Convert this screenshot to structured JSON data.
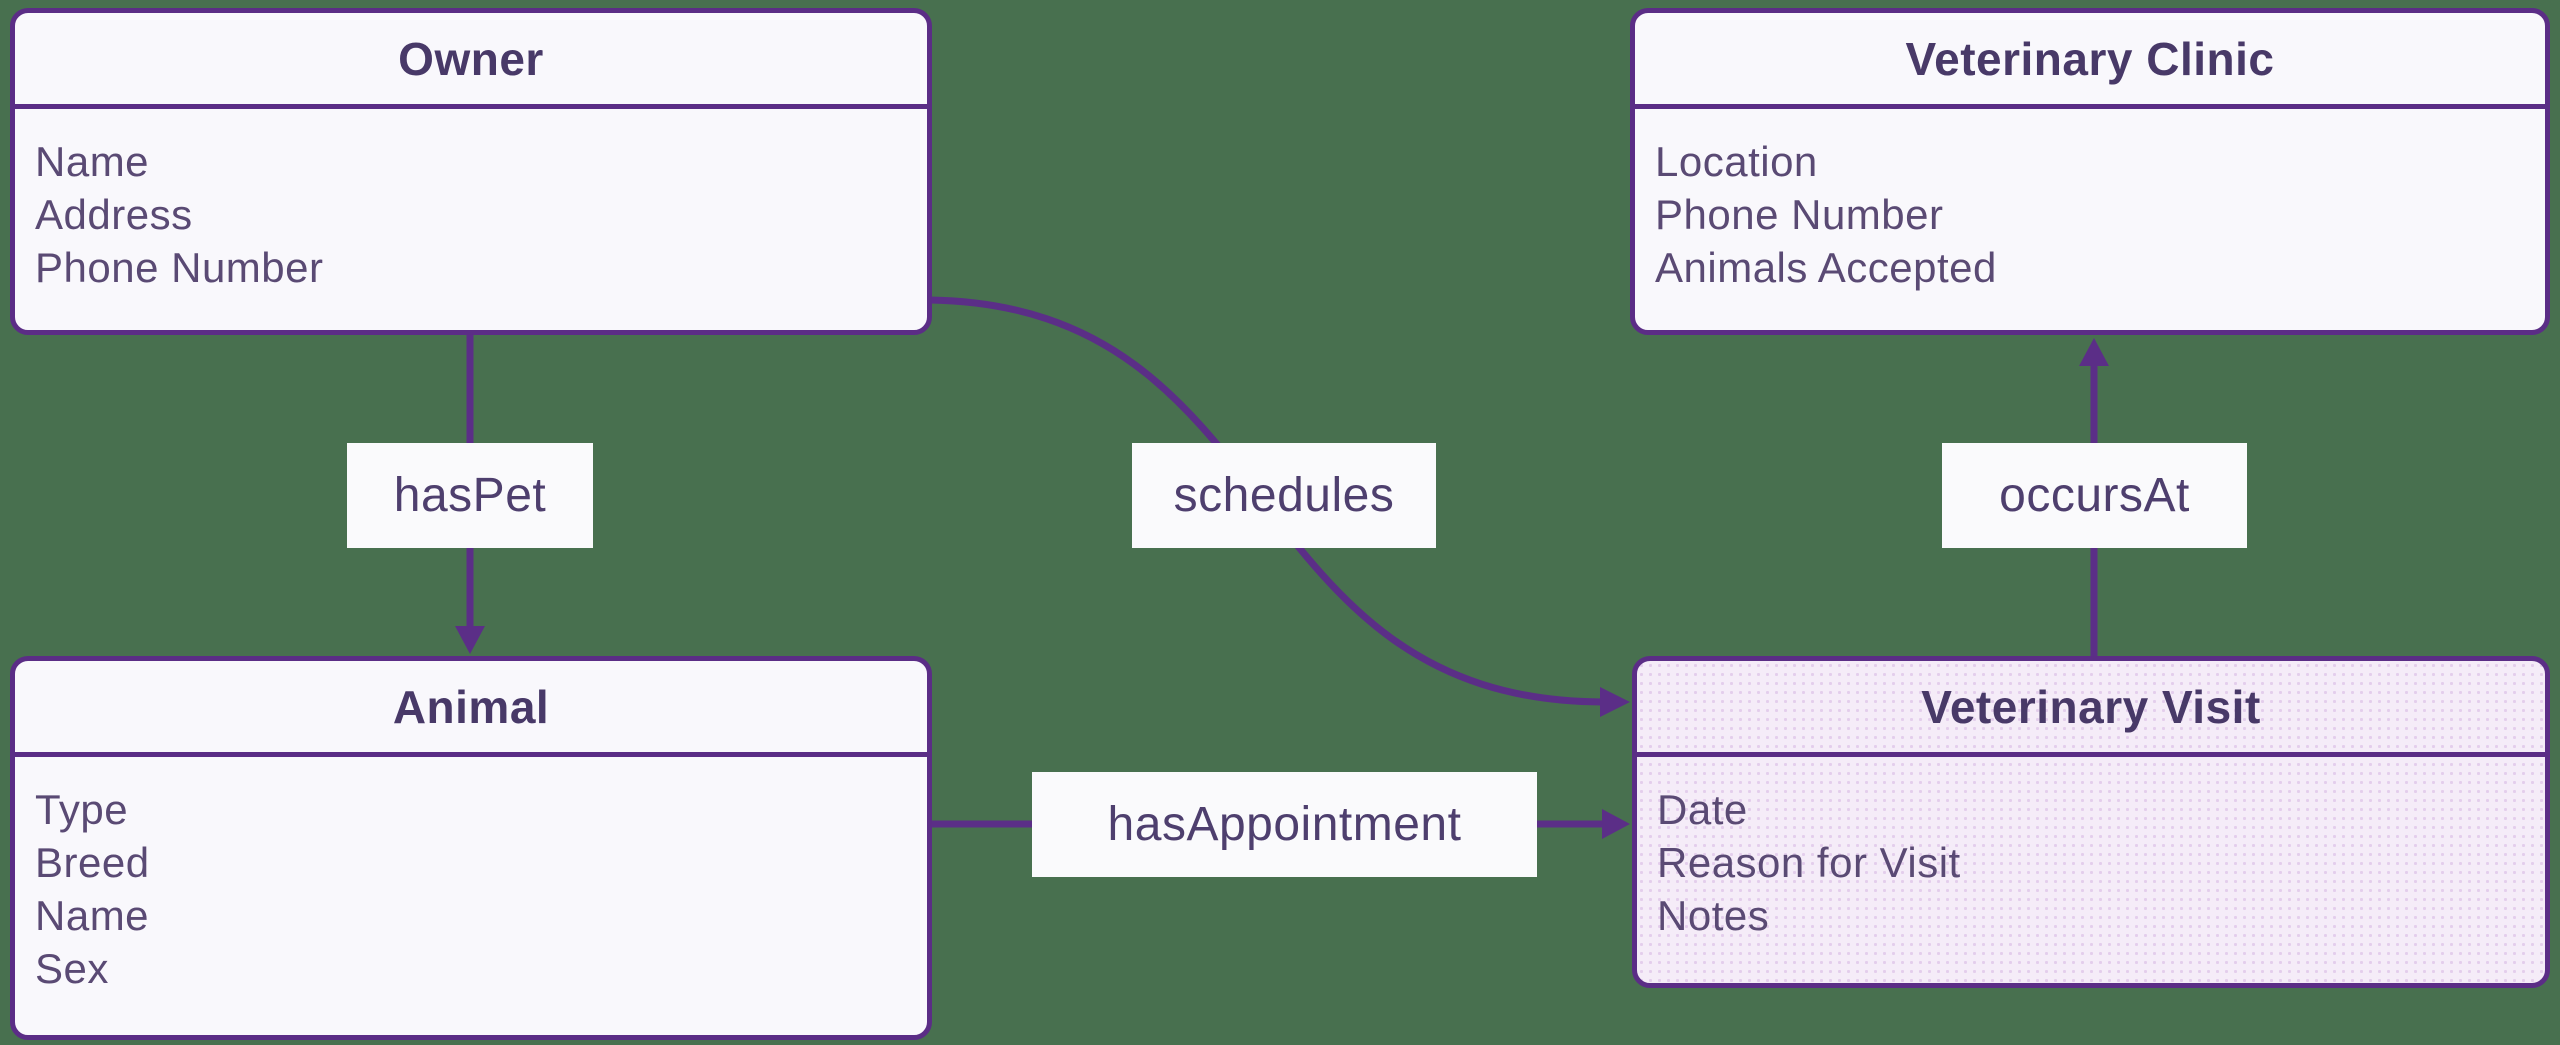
{
  "diagram": {
    "type": "entity-relationship",
    "colors": {
      "background": "#48704F",
      "connector": "#5B2E87",
      "entity_border": "#5B2D86",
      "entity_fill": "#F9F8FC",
      "highlighted_entity_fill": "#F5ECF8",
      "title_text": "#483968",
      "attribute_text": "#5A4A74",
      "label_background": "#FAFAFC",
      "label_text": "#4E3F6E"
    },
    "entities": [
      {
        "title": "Owner",
        "attributes": [
          "Name",
          "Address",
          "Phone Number"
        ],
        "highlighted": false
      },
      {
        "title": "Veterinary Clinic",
        "attributes": [
          "Location",
          "Phone Number",
          "Animals Accepted"
        ],
        "highlighted": false
      },
      {
        "title": "Animal",
        "attributes": [
          "Type",
          "Breed",
          "Name",
          "Sex"
        ],
        "highlighted": false
      },
      {
        "title": "Veterinary Visit",
        "attributes": [
          "Date",
          "Reason for Visit",
          "Notes"
        ],
        "highlighted": true
      }
    ],
    "relationships": [
      {
        "label": "hasPet",
        "from": "Owner",
        "to": "Animal"
      },
      {
        "label": "schedules",
        "from": "Owner",
        "to": "Veterinary Visit"
      },
      {
        "label": "occursAt",
        "from": "Veterinary Visit",
        "to": "Veterinary Clinic"
      },
      {
        "label": "hasAppointment",
        "from": "Animal",
        "to": "Veterinary Visit"
      }
    ]
  }
}
